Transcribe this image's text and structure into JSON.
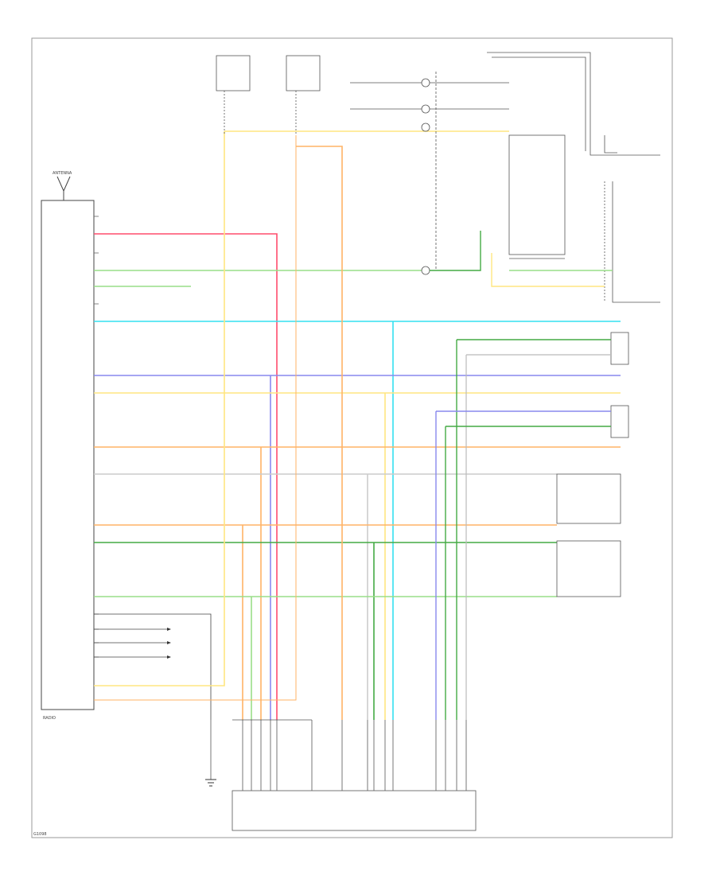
{
  "diagram_labels": {
    "antenna_top": "ANTENNA",
    "radio_name": "RADIO",
    "footer_code": "G1098"
  },
  "wire_colors": {
    "red": "#ff4d6d",
    "yellow": "#ffe680",
    "orange": "#ffb366",
    "green": "#99dd88",
    "dark_green": "#44aa44",
    "cyan": "#33e0f0",
    "blue": "#8888ee",
    "gray": "#bbbbbb",
    "black": "#222222"
  }
}
